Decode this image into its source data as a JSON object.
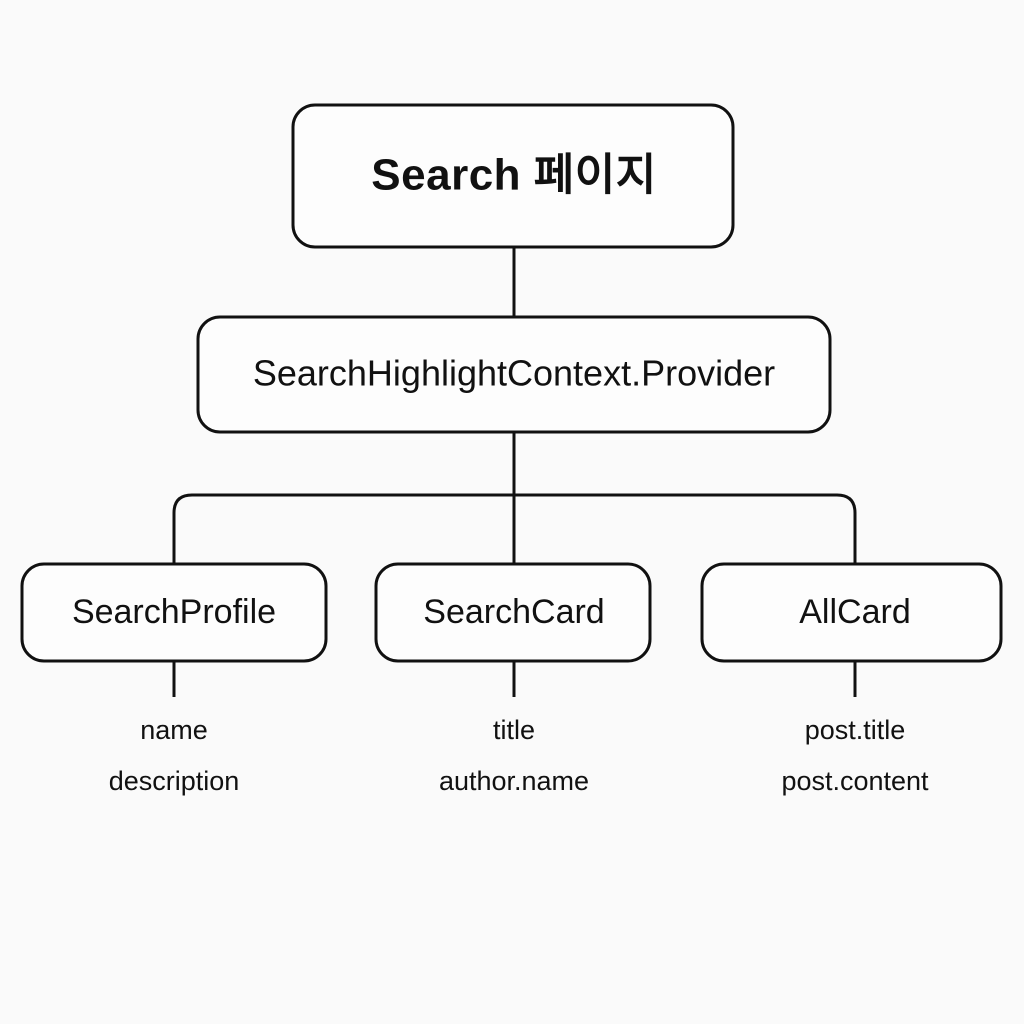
{
  "diagram": {
    "type": "component-tree",
    "background_color": "#fafafa",
    "line_color": "#111111",
    "box_fill_color": "#fdfdfd",
    "root": {
      "label": "Search 페이지"
    },
    "provider": {
      "label": "SearchHighlightContext.Provider"
    },
    "children": [
      {
        "label": "SearchProfile",
        "props": [
          "name",
          "description"
        ]
      },
      {
        "label": "SearchCard",
        "props": [
          "title",
          "author.name"
        ]
      },
      {
        "label": "AllCard",
        "props": [
          "post.title",
          "post.content"
        ]
      }
    ]
  }
}
